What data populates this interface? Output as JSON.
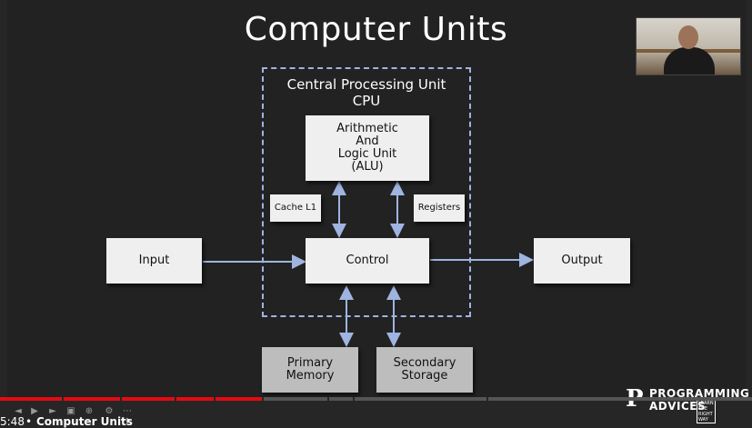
{
  "slide": {
    "title": "Computer Units",
    "cpu_title_line1": "Central Processing Unit",
    "cpu_title_line2": "CPU"
  },
  "nodes": {
    "alu": "Arithmetic\nAnd\nLogic Unit\n(ALU)",
    "cache": "Cache L1",
    "registers": "Registers",
    "input": "Input",
    "control": "Control",
    "output": "Output",
    "primary_memory": "Primary\nMemory",
    "secondary_storage": "Secondary\nStorage"
  },
  "colors": {
    "arrow": "#9fb4e0",
    "box": "#efefef",
    "storage_box": "#bdbdbd",
    "progress": "#e50914"
  },
  "player": {
    "time": "5:48",
    "separator": "•",
    "chapter": "Computer Units",
    "chevron": "›",
    "progress_fraction": 0.35
  },
  "brand": {
    "logo_letter": "P",
    "name_line1": "PROGRAMMING",
    "name_line2": "ADVICES",
    "tagline": "LEARN THE RIGHT WAY"
  }
}
